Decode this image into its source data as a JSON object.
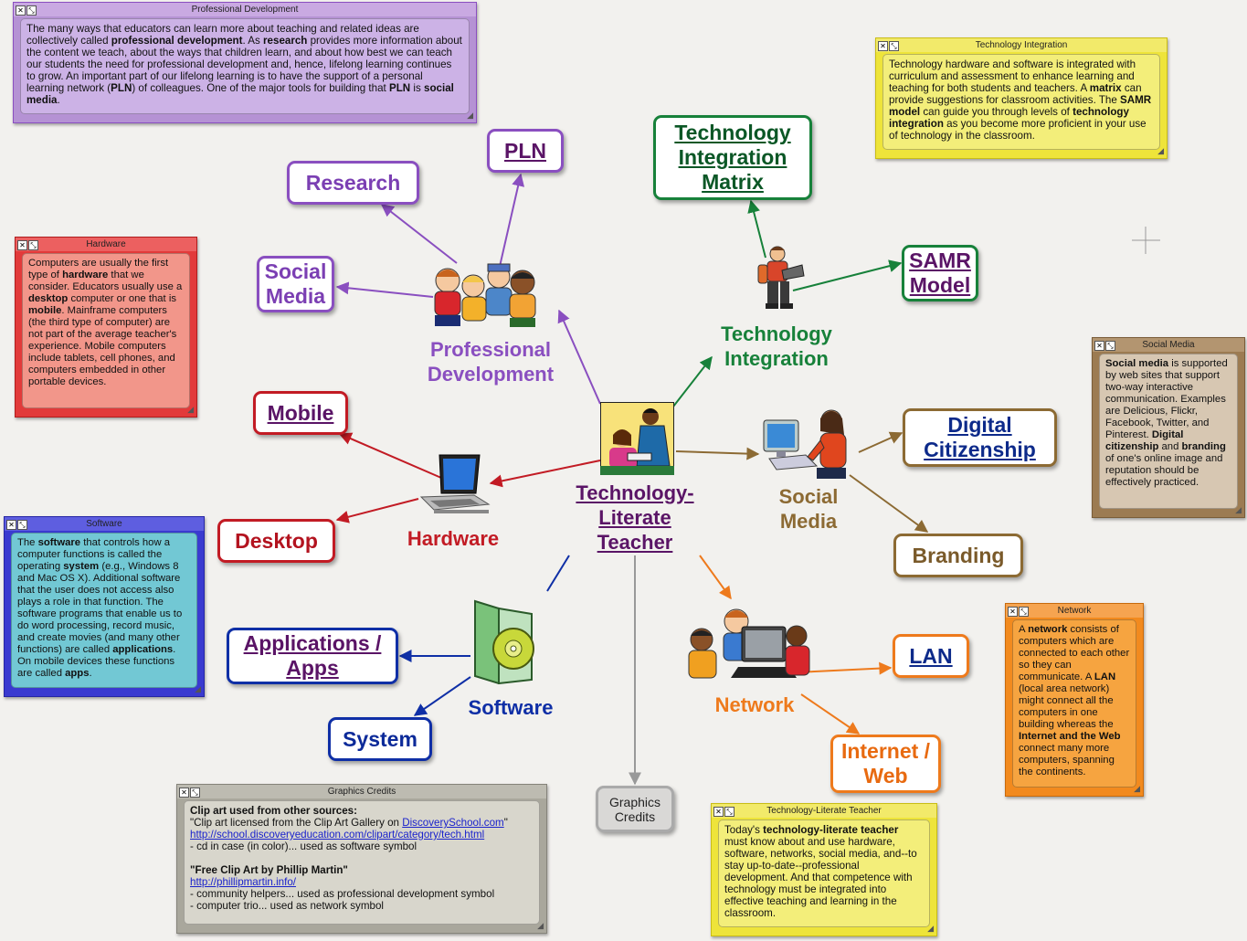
{
  "notes": {
    "prof_dev": {
      "title": "Professional Development",
      "segments": [
        {
          "t": "The many ways that educators can learn more about teaching and related ideas are collectively called "
        },
        {
          "t": "professional development",
          "b": true
        },
        {
          "t": ". As "
        },
        {
          "t": "research",
          "b": true
        },
        {
          "t": " provides more information about the content we teach, about the ways that children learn, and about how best we can teach our students the need for professional development and, hence, lifelong learning continues to grow. An important part of our lifelong learning is to have the support of a personal learning network ("
        },
        {
          "t": "PLN",
          "b": true
        },
        {
          "t": ") of colleagues. One of the major tools for building that "
        },
        {
          "t": "PLN",
          "b": true
        },
        {
          "t": " is "
        },
        {
          "t": "social media",
          "b": true
        },
        {
          "t": "."
        }
      ]
    },
    "tech_int": {
      "title": "Technology Integration",
      "segments": [
        {
          "t": "Technology hardware and software is integrated with curriculum and assessment to enhance learning and teaching for both students and teachers. A "
        },
        {
          "t": "matrix",
          "b": true
        },
        {
          "t": " can provide suggestions for classroom activities. The "
        },
        {
          "t": "SAMR model",
          "b": true
        },
        {
          "t": " can guide you through levels of "
        },
        {
          "t": "technology integration",
          "b": true
        },
        {
          "t": " as you become more proficient in your use of technology in the classroom."
        }
      ]
    },
    "hardware": {
      "title": "Hardware",
      "segments": [
        {
          "t": "Computers are usually the first type of "
        },
        {
          "t": "hardware",
          "b": true
        },
        {
          "t": " that we consider. Educators usually use a "
        },
        {
          "t": "desktop",
          "b": true
        },
        {
          "t": " computer or one that is "
        },
        {
          "t": "mobile",
          "b": true
        },
        {
          "t": ". Mainframe computers (the third type of computer) are not part of the average teacher's experience. Mobile computers include tablets, cell phones, and computers embedded in other portable devices."
        }
      ]
    },
    "social": {
      "title": "Social Media",
      "segments": [
        {
          "t": "Social media",
          "b": true
        },
        {
          "t": " is supported by web sites that support two-way interactive communication. Examples are Delicious, Flickr, Facebook, Twitter, and Pinterest. "
        },
        {
          "t": "Digital citizenship",
          "b": true
        },
        {
          "t": " and "
        },
        {
          "t": "branding",
          "b": true
        },
        {
          "t": " of one's online image and reputation should be effectively practiced."
        }
      ]
    },
    "software": {
      "title": "Software",
      "segments": [
        {
          "t": "The "
        },
        {
          "t": "software",
          "b": true
        },
        {
          "t": " that controls how a computer functions is called the operating "
        },
        {
          "t": "system",
          "b": true
        },
        {
          "t": " (e.g., Windows 8 and Mac OS X). Additional software that the user does not access also plays a role in that function. The software programs that enable us to do word processing, record music, and create movies (and many other functions) are called "
        },
        {
          "t": "applications",
          "b": true
        },
        {
          "t": ". On mobile devices these functions are called "
        },
        {
          "t": "apps",
          "b": true
        },
        {
          "t": "."
        }
      ]
    },
    "network": {
      "title": "Network",
      "segments": [
        {
          "t": "A "
        },
        {
          "t": "network",
          "b": true
        },
        {
          "t": " consists of computers which are connected to each other so they can communicate. A "
        },
        {
          "t": "LAN",
          "b": true
        },
        {
          "t": " (local area network) might connect all the computers in one building whereas the "
        },
        {
          "t": "Internet and the Web",
          "b": true
        },
        {
          "t": " connect many more computers, spanning the continents."
        }
      ]
    },
    "credits": {
      "title": "Graphics Credits",
      "lines": [
        {
          "segments": [
            {
              "t": "Clip art used from other sources:",
              "b": true
            }
          ]
        },
        {
          "segments": [
            {
              "t": "\"Clip art licensed from the Clip Art Gallery on "
            },
            {
              "t": "DiscoverySchool.com",
              "link": true
            },
            {
              "t": "\""
            }
          ]
        },
        {
          "segments": [
            {
              "t": "http://school.discoveryeducation.com/clipart/category/tech.html",
              "link": true
            }
          ]
        },
        {
          "segments": [
            {
              "t": "- cd in case (in color)... used as software symbol"
            }
          ]
        },
        {
          "segments": [
            {
              "t": " "
            }
          ]
        },
        {
          "segments": [
            {
              "t": "\"Free Clip Art by Phillip Martin\"",
              "b": true
            }
          ]
        },
        {
          "segments": [
            {
              "t": "http://phillipmartin.info/",
              "link": true
            }
          ]
        },
        {
          "segments": [
            {
              "t": "- community helpers... used as professional development symbol"
            }
          ]
        },
        {
          "segments": [
            {
              "t": "- computer trio... used as network symbol"
            }
          ]
        }
      ]
    },
    "teacher": {
      "title": "Technology-Literate Teacher",
      "segments": [
        {
          "t": "Today's "
        },
        {
          "t": "technology-literate teacher",
          "b": true
        },
        {
          "t": " must know about and use hardware, software, networks, social media, and--to stay up-to-date--professional development. And that competence with technology must be integrated into effective teaching and learning in the classroom."
        }
      ]
    }
  },
  "nodes": {
    "research": "Research",
    "pln": "PLN",
    "social_media_pd": "Social Media",
    "tim": "Technology Integration Matrix",
    "samr": "SAMR Model",
    "mobile": "Mobile",
    "desktop": "Desktop",
    "digital_citizenship": "Digital Citizenship",
    "branding": "Branding",
    "apps": "Applications / Apps",
    "system": "System",
    "lan": "LAN",
    "internet": "Internet / Web",
    "graphics_credits": "Graphics Credits"
  },
  "labels": {
    "prof_dev": "Professional Development",
    "tech_int": "Technology Integration",
    "hardware": "Hardware",
    "social_media": "Social Media",
    "center": "Technology-Literate Teacher",
    "software": "Software",
    "network": "Network"
  },
  "icons": {
    "prof_dev": "community-helpers-clipart",
    "tech_int": "student-laptop-clipart",
    "hardware": "laptop-clipart",
    "social": "woman-at-computer-clipart",
    "center": "teacher-student-clipart",
    "software": "cd-case-clipart",
    "network": "computer-trio-clipart"
  },
  "colors": {
    "purple": "#8a4fc0",
    "green": "#17813a",
    "brown": "#8c6a33",
    "red": "#c21b24",
    "blue": "#0f2fa6",
    "orange": "#ee7a1c",
    "gray": "#999999"
  }
}
